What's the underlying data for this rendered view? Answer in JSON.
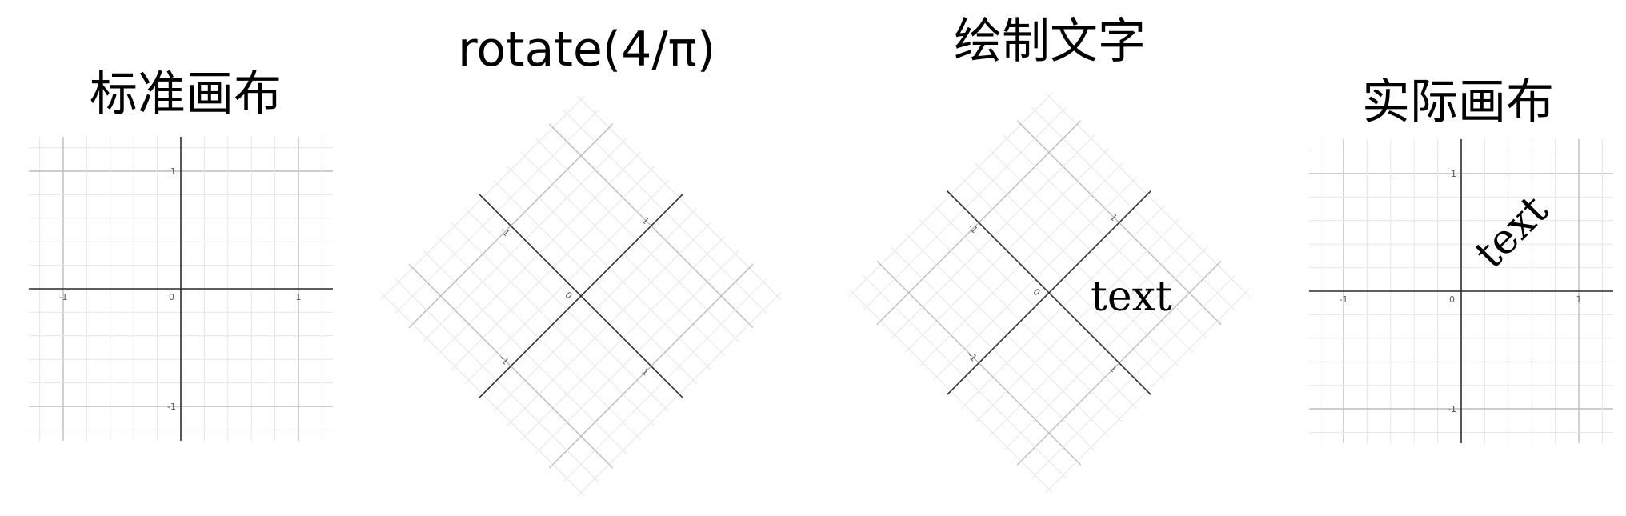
{
  "panels": [
    {
      "title": "标准画布",
      "rotation_deg": 0,
      "has_text": false,
      "show_tick_0": true,
      "ticks": {
        "x_neg": "-1",
        "x_zero": "0",
        "x_pos": "1",
        "y_pos": "1",
        "y_neg": "-1"
      }
    },
    {
      "title": "rotate(4/π)",
      "rotation_deg": 45,
      "has_text": false,
      "show_tick_0": true,
      "ticks": {
        "x_neg": "-1",
        "x_zero": "0",
        "x_pos": "1",
        "y_pos": "1",
        "y_neg": "-1"
      }
    },
    {
      "title": "绘制文字",
      "rotation_deg": 45,
      "has_text": true,
      "text_in_local_frame": false,
      "text": "text",
      "show_tick_0": true,
      "ticks": {
        "x_neg": "-1",
        "x_zero": "0",
        "x_pos": "1",
        "y_pos": "1",
        "y_neg": "-1"
      }
    },
    {
      "title": "实际画布",
      "rotation_deg": 0,
      "has_text": true,
      "text_in_local_frame": true,
      "text_rotation_deg": -45,
      "text": "text",
      "show_tick_0": true,
      "ticks": {
        "x_neg": "-1",
        "x_zero": "0",
        "x_pos": "1",
        "y_pos": "1",
        "y_neg": "-1"
      }
    }
  ],
  "colors": {
    "minor_grid": "#e6e6e6",
    "major_grid": "#bdbdbd",
    "axis": "#333333",
    "tick_label": "#555555"
  }
}
